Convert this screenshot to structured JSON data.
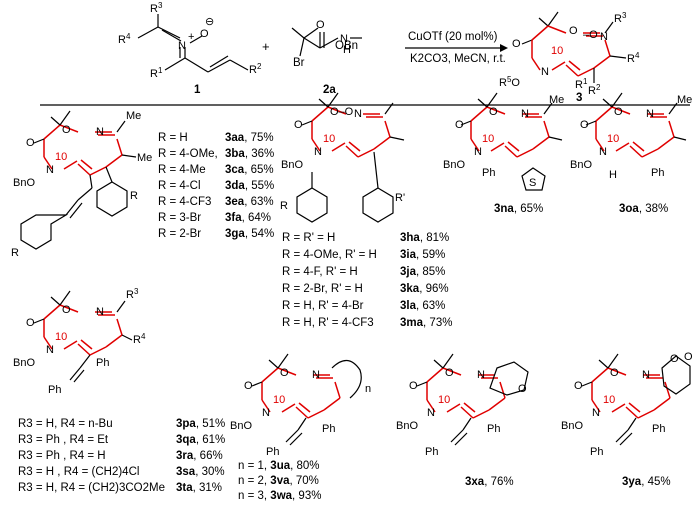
{
  "scheme": {
    "reactant1_label": "1",
    "reactant2_label": "2a",
    "product_label": "3",
    "plus": "+",
    "conditions_top": "CuOTf (20 mol%)",
    "conditions_bottom": "K2CO3, MeCN, r.t.",
    "ring_size": "10",
    "atoms": {
      "r3": "R3",
      "r4": "R4",
      "r1": "R1",
      "r2": "R2",
      "r5o": "R5O",
      "n": "N",
      "o": "O",
      "ominus": "⊖",
      "nplus": "⊕",
      "br": "Br",
      "nh": "H",
      "obn": "OBn",
      "bno": "BnO",
      "me": "Me",
      "ph": "Ph",
      "h": "H"
    }
  },
  "group_a": [
    {
      "r": "R = H",
      "code": "3aa",
      "yield": ", 75%"
    },
    {
      "r": "R = 4-OMe,",
      "code": "3ba",
      "yield": ", 36%"
    },
    {
      "r": "R = 4-Me",
      "code": "3ca",
      "yield": ", 65%"
    },
    {
      "r": "R = 4-Cl",
      "code": "3da",
      "yield": ", 55%"
    },
    {
      "r": "R = 4-CF3",
      "code": "3ea",
      "yield": ", 63%"
    },
    {
      "r": "R = 3-Br",
      "code": "3fa",
      "yield": ", 64%"
    },
    {
      "r": "R = 2-Br",
      "code": "3ga",
      "yield": ", 54%"
    }
  ],
  "group_h": [
    {
      "r": "R = R' = H",
      "code": "3ha",
      "yield": ", 81%"
    },
    {
      "r": "R = 4-OMe, R' = H",
      "code": "3ia",
      "yield": ", 59%"
    },
    {
      "r": "R = 4-F, R' = H",
      "code": "3ja",
      "yield": ", 85%"
    },
    {
      "r": "R = 2-Br, R' = H",
      "code": "3ka",
      "yield": ", 96%"
    },
    {
      "r": "R = H, R' = 4-Br",
      "code": "3la",
      "yield": ", 63%"
    },
    {
      "r": "R = H, R' = 4-CF3",
      "code": "3ma",
      "yield": ", 73%"
    }
  ],
  "single": [
    {
      "code": "3na",
      "yield": ", 65%"
    },
    {
      "code": "3oa",
      "yield": ", 38%"
    },
    {
      "code": "3xa",
      "yield": ", 76%"
    },
    {
      "code": "3ya",
      "yield": ", 45%"
    }
  ],
  "group_p": [
    {
      "r": "R3 = H, R4 = n-Bu",
      "code": "3pa",
      "yield": ", 51%"
    },
    {
      "r": "R3 = Ph , R4 = Et",
      "code": "3qa",
      "yield": ", 61%"
    },
    {
      "r": "R3 = Ph , R4 = H",
      "code": "3ra",
      "yield": ", 66%"
    },
    {
      "r": "R3 = H , R4 = (CH2)4Cl",
      "code": "3sa",
      "yield": ", 30%"
    },
    {
      "r": "R3 = H, R4 = (CH2)3CO2Me",
      "code": "3ta",
      "yield": ", 31%"
    }
  ],
  "group_u": [
    {
      "r": "n = 1,",
      "code": "3ua",
      "yield": ", 80%"
    },
    {
      "r": "n = 2,",
      "code": "3va",
      "yield": ", 70%"
    },
    {
      "r": "n = 3,",
      "code": "3wa",
      "yield": ", 93%"
    }
  ],
  "n_label": "n"
}
